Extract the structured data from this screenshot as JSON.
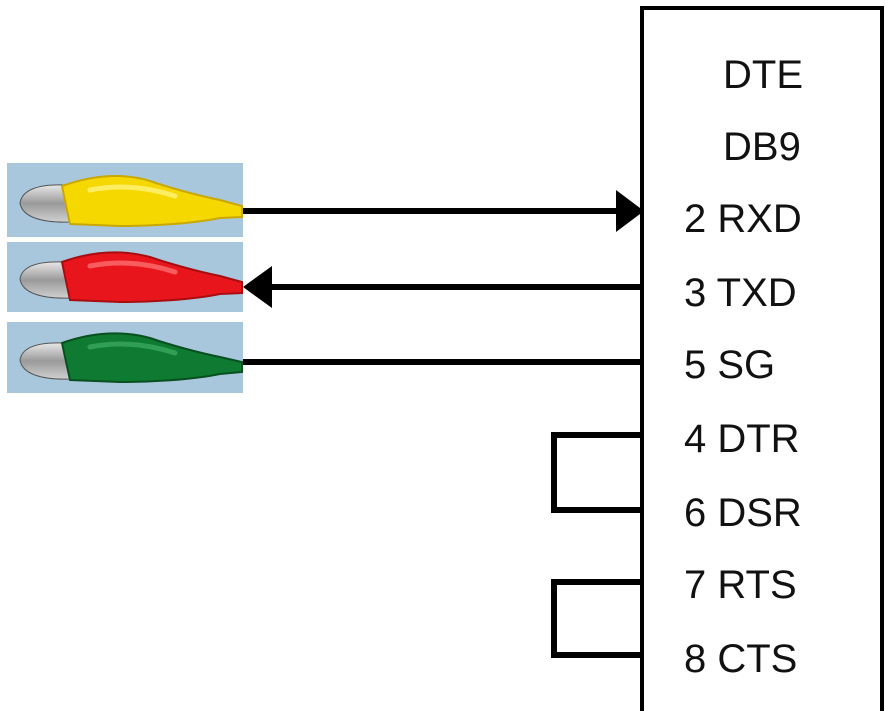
{
  "connector": {
    "line1": "DTE",
    "line2": "DB9"
  },
  "pins": [
    {
      "label": "2 RXD"
    },
    {
      "label": "3 TXD"
    },
    {
      "label": "5 SG"
    },
    {
      "label": "4 DTR"
    },
    {
      "label": "6 DSR"
    },
    {
      "label": "7 RTS"
    },
    {
      "label": "8 CTS"
    }
  ],
  "clips": [
    {
      "color": "yellow",
      "body": "#f5d800",
      "shade": "#c9a800",
      "signal": "2 RXD",
      "direction": "into-connector"
    },
    {
      "color": "red",
      "body": "#e8161c",
      "shade": "#a80d10",
      "signal": "3 TXD",
      "direction": "out-of-connector"
    },
    {
      "color": "green",
      "body": "#0f7a32",
      "shade": "#08501f",
      "signal": "5 SG",
      "direction": "none"
    }
  ],
  "loopbacks": [
    {
      "from": "4 DTR",
      "to": "6 DSR"
    },
    {
      "from": "7 RTS",
      "to": "8 CTS"
    }
  ],
  "colors": {
    "clip_background": "#a9c7dc",
    "wire": "#000000"
  }
}
